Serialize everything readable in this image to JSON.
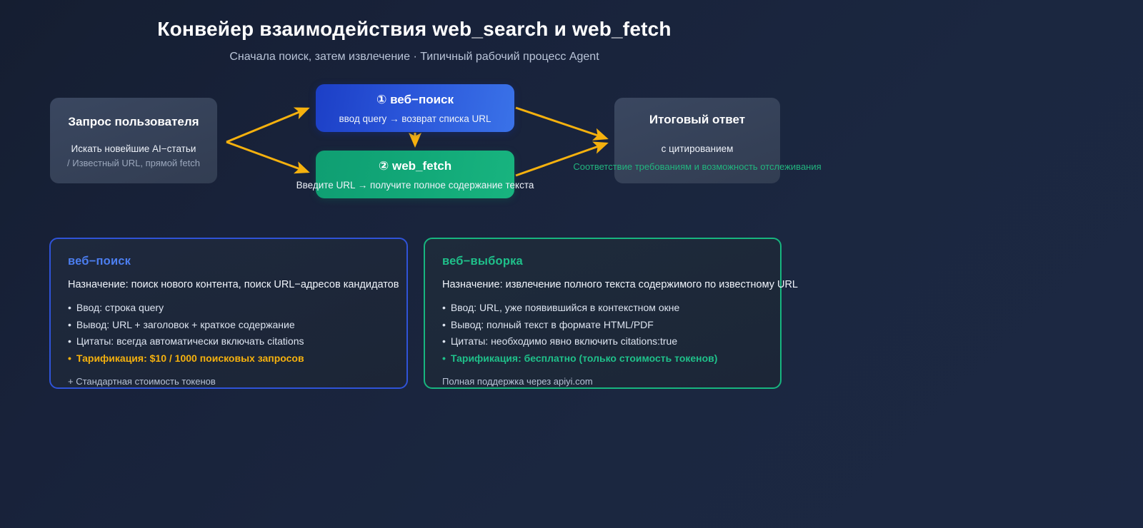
{
  "header": {
    "title": "Конвейер взаимодействия web_search и web_fetch",
    "subtitle": "Сначала поиск, затем извлечение  ·  Типичный рабочий процесс Agent"
  },
  "colors": {
    "background": "#1b2740",
    "search_blue": "#2f53d8",
    "fetch_green": "#17b57f",
    "arrow_amber": "#f5b10e",
    "node_plain": "#354259"
  },
  "flow": {
    "nodes": [
      {
        "id": "user-request",
        "title": "Запрос пользователя",
        "line1": "Искать новейшие AI−статьи",
        "line2": "/ Известный URL, прямой fetch"
      },
      {
        "id": "web-search",
        "title": "① веб−поиск",
        "subtitle": "ввод query → возврат списка URL"
      },
      {
        "id": "web-fetch",
        "title": "② web_fetch",
        "subtitle": "Введите URL → получите полное содержание текста"
      },
      {
        "id": "final-answer",
        "title": "Итоговый ответ",
        "subtitle": "с цитированием",
        "note": "Соответствие требованиям и возможность отслеживания"
      }
    ]
  },
  "panels": [
    {
      "id": "web-search-panel",
      "heading": "веб−поиск",
      "purpose": "Назначение: поиск нового контента, поиск URL−адресов кандидатов",
      "items": [
        "Ввод: строка query",
        "Вывод: URL + заголовок + краткое содержание",
        "Цитаты: всегда автоматически включать citations",
        "Тарификация: $10 / 1000 поисковых запросов"
      ],
      "footnote": "+ Стандартная стоимость токенов"
    },
    {
      "id": "web-fetch-panel",
      "heading": "веб−выборка",
      "purpose": "Назначение: извлечение полного текста содержимого по известному URL",
      "items": [
        "Ввод: URL, уже появившийся в контекстном окне",
        "Вывод: полный текст в формате HTML/PDF",
        "Цитаты: необходимо явно включить citations:true",
        "Тарификация: бесплатно (только стоимость токенов)"
      ],
      "footnote": "Полная поддержка через apiyi.com"
    }
  ]
}
